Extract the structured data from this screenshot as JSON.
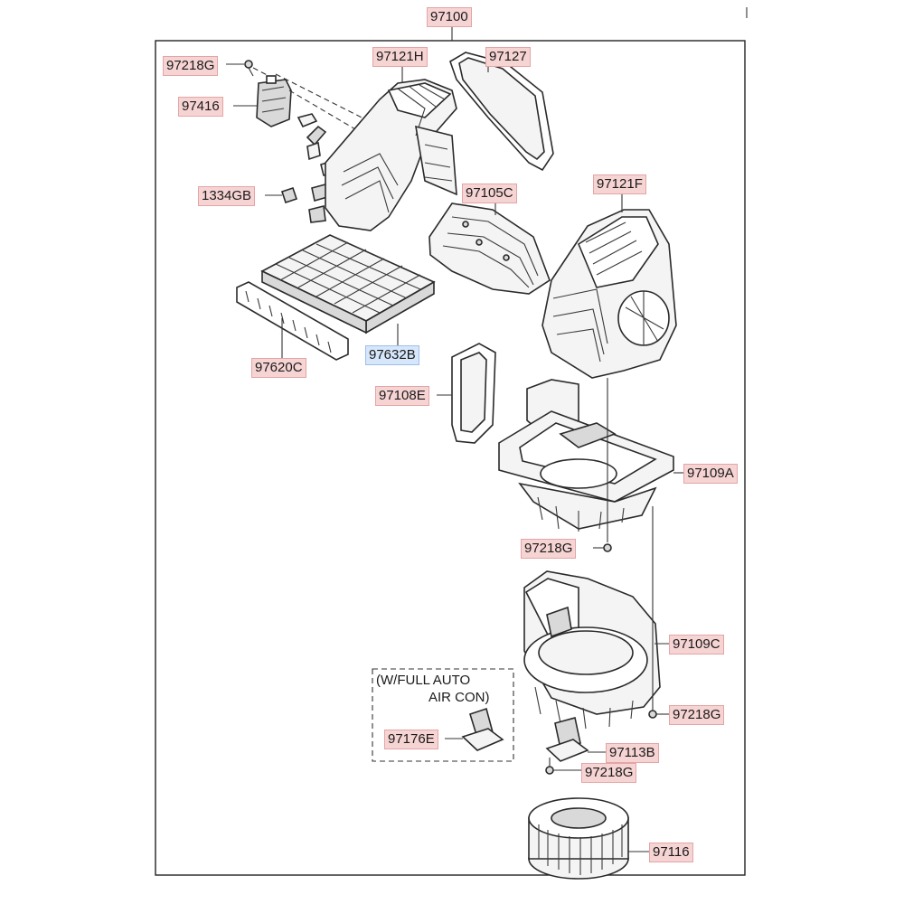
{
  "diagram": {
    "assembly_label": "97100",
    "note_line1": "(W/FULL AUTO",
    "note_line2": "AIR CON)",
    "labels": {
      "p97218g_a": "97218G",
      "p97121h": "97121H",
      "p97127": "97127",
      "p97416": "97416",
      "p1334gb": "1334GB",
      "p97105c": "97105C",
      "p97121f": "97121F",
      "p97632b": "97632B",
      "p97620c": "97620C",
      "p97108e": "97108E",
      "p97109a": "97109A",
      "p97218g_b": "97218G",
      "p97109c": "97109C",
      "p97218g_c": "97218G",
      "p97176e": "97176E",
      "p97113b": "97113B",
      "p97218g_d": "97218G",
      "p97116": "97116"
    },
    "colors": {
      "label_fill": "#f7d4d4",
      "highlight_fill": "#d6e6fb"
    }
  }
}
